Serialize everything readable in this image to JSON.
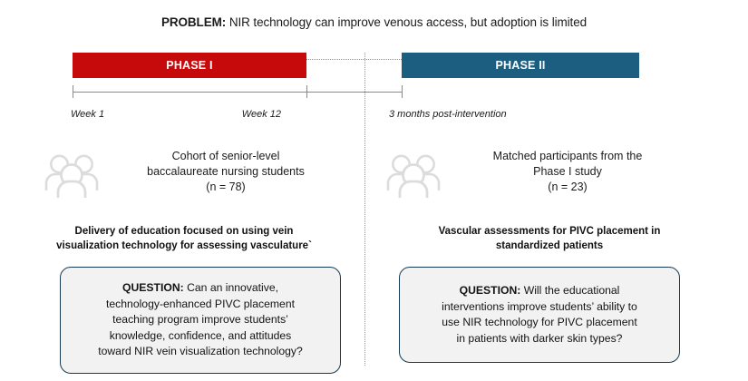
{
  "problem": {
    "label": "PROBLEM:",
    "text": "NIR technology can improve venous access, but adoption is limited"
  },
  "colors": {
    "phase1": "#c60a0c",
    "phase2": "#1b5e80",
    "box_border": "#173a52",
    "box_fill": "#f2f2f2",
    "icon": "#dcdcdc",
    "axis": "#8a8a8a"
  },
  "phases": [
    {
      "label": "PHASE I"
    },
    {
      "label": "PHASE II"
    }
  ],
  "timeline": {
    "ticks": [
      {
        "label": "Week 1"
      },
      {
        "label": "Week 12"
      },
      {
        "label": "3 months post-intervention"
      }
    ]
  },
  "cohorts": [
    {
      "icon": "people-group-icon",
      "lines": [
        "Cohort of senior-level",
        "baccalaureate nursing students",
        "(n = 78)"
      ]
    },
    {
      "icon": "people-group-icon",
      "lines": [
        "Matched participants from the",
        "Phase I study",
        "(n = 23)"
      ]
    }
  ],
  "interventions": [
    {
      "lines": [
        "Delivery of education focused on using vein",
        "visualization technology for assessing vasculature`"
      ]
    },
    {
      "lines": [
        "Vascular assessments for PIVC placement in",
        "standardized patients"
      ]
    }
  ],
  "questions": [
    {
      "label": "QUESTION:",
      "lines": [
        " Can an innovative,",
        "technology-enhanced PIVC placement",
        "teaching program improve students’",
        "knowledge, confidence, and attitudes",
        "toward NIR vein visualization technology?"
      ]
    },
    {
      "label": "QUESTION:",
      "lines": [
        " Will the educational",
        "interventions improve students’ ability to",
        "use NIR technology for PIVC placement",
        "in patients with darker skin types?"
      ]
    }
  ]
}
